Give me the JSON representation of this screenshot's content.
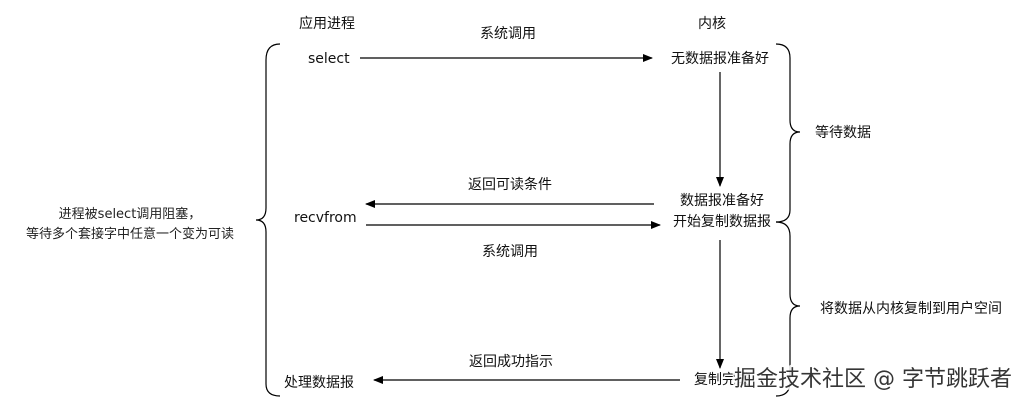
{
  "headers": {
    "app_process": "应用进程",
    "kernel": "内核"
  },
  "left_note": {
    "line1": "进程被select调用阻塞，",
    "line2": "等待多个套接字中任意一个变为可读"
  },
  "app_steps": {
    "select": "select",
    "recvfrom": "recvfrom",
    "process": "处理数据报"
  },
  "kernel_steps": {
    "no_data": "无数据报准备好",
    "data_ready": "数据报准备好",
    "start_copy": "开始复制数据报",
    "copy_done": "复制完成"
  },
  "messages": {
    "syscall_1": "系统调用",
    "return_readable": "返回可读条件",
    "syscall_2": "系统调用",
    "return_success": "返回成功指示"
  },
  "phases": {
    "wait_data": "等待数据",
    "copy_to_user": "将数据从内核复制到用户空间"
  },
  "watermark": "掘金技术社区 @ 字节跳跃者"
}
